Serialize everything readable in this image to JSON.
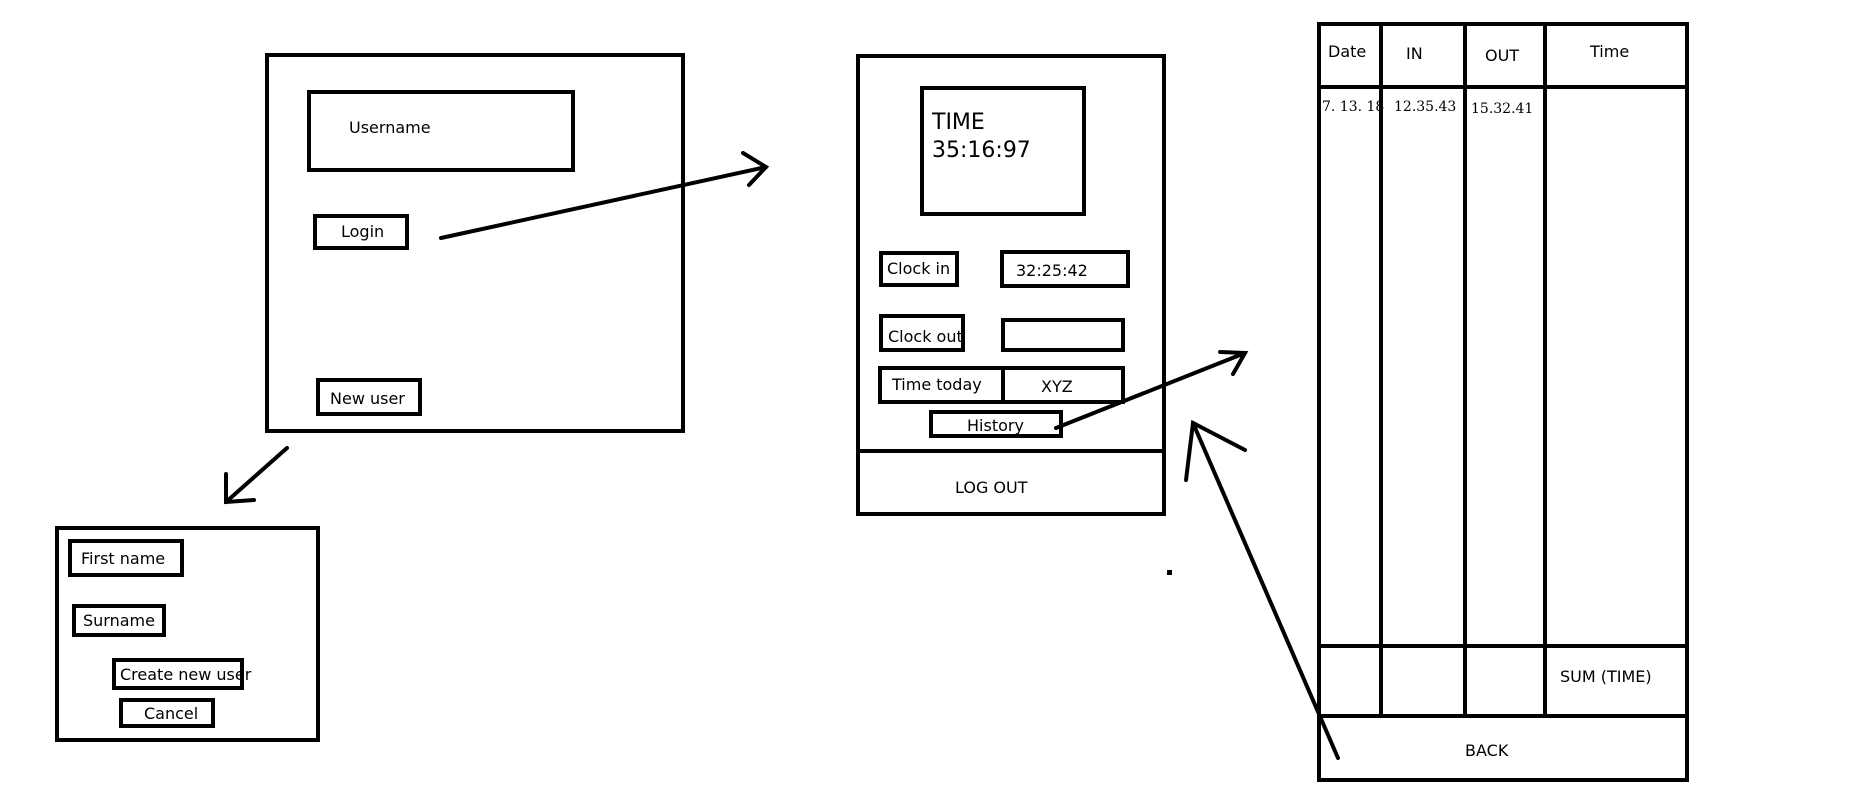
{
  "login": {
    "username_label": "Username",
    "login_button": "Login",
    "new_user_button": "New user"
  },
  "new_user": {
    "first_name_label": "First name",
    "surname_label": "Surname",
    "create_button": "Create new user",
    "cancel_button": "Cancel"
  },
  "clock": {
    "time_title": "TIME",
    "time_value": "35:16:97",
    "clock_in_button": "Clock in",
    "clock_in_value": "32:25:42",
    "clock_out_button": "Clock out",
    "clock_out_value": "",
    "time_today_label": "Time today",
    "time_today_value": "XYZ",
    "history_button": "History",
    "logout_button": "LOG OUT"
  },
  "history": {
    "columns": [
      "Date",
      "IN",
      "OUT",
      "Time"
    ],
    "rows": [
      {
        "date": "7. 13. 18",
        "in": "12.35.43",
        "out": "15.32.41",
        "time": ""
      }
    ],
    "sum_label": "SUM (TIME)",
    "back_button": "BACK"
  }
}
